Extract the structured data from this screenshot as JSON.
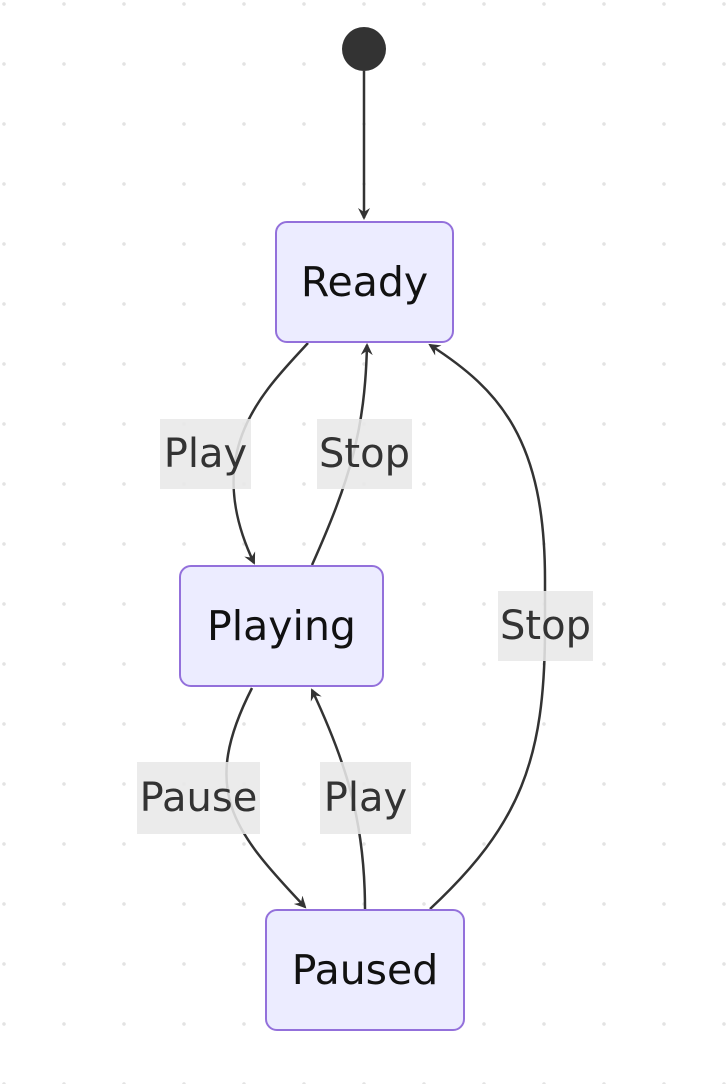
{
  "diagram": {
    "states": [
      {
        "id": "ready",
        "label": "Ready"
      },
      {
        "id": "playing",
        "label": "Playing"
      },
      {
        "id": "paused",
        "label": "Paused"
      }
    ],
    "transitions": [
      {
        "from": "ready",
        "to": "playing",
        "label": "Play"
      },
      {
        "from": "playing",
        "to": "ready",
        "label": "Stop"
      },
      {
        "from": "playing",
        "to": "paused",
        "label": "Pause"
      },
      {
        "from": "paused",
        "to": "playing",
        "label": "Play"
      },
      {
        "from": "paused",
        "to": "ready",
        "label": "Stop"
      }
    ],
    "colors": {
      "node_fill": "#ECECFF",
      "node_border": "#9370DB",
      "edge": "#333333",
      "label_bg": "#E8E8E8"
    }
  }
}
